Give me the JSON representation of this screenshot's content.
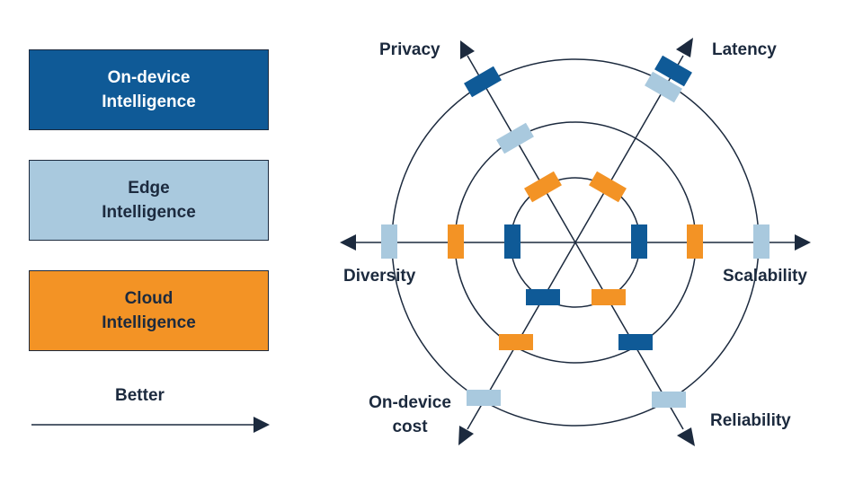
{
  "legend": {
    "on_device": "On-device\nIntelligence",
    "edge": "Edge\nIntelligence",
    "cloud": "Cloud\nIntelligence",
    "better": "Better"
  },
  "axes": {
    "privacy": "Privacy",
    "latency": "Latency",
    "diversity": "Diversity",
    "scalability": "Scalability",
    "on_device_cost_line1": "On-device",
    "on_device_cost_line2": "cost",
    "reliability": "Reliability"
  },
  "colors": {
    "on_device": "#0f5a97",
    "edge": "#a9c9de",
    "cloud": "#f39325",
    "line": "#1c2a3e"
  }
}
